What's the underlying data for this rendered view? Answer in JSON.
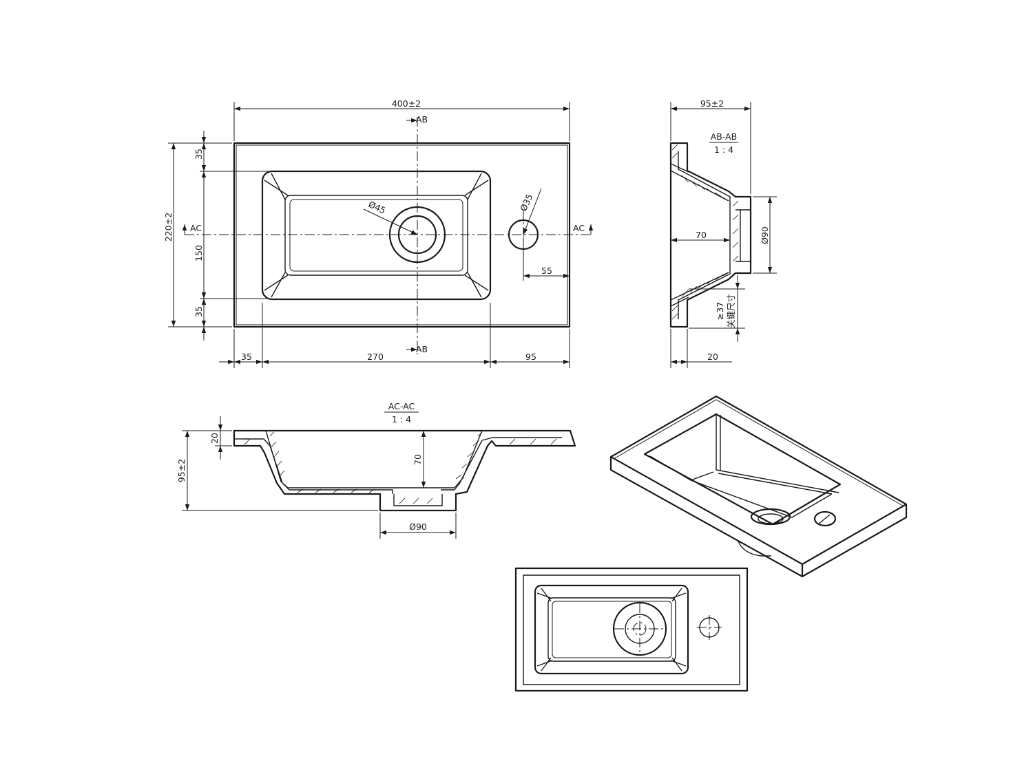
{
  "drawing": {
    "top_view": {
      "overall_width": "400±2",
      "overall_depth": "220±2",
      "front_margin": "35",
      "bowl_depth": "150",
      "back_margin": "35",
      "left_margin": "35",
      "bowl_width": "270",
      "right_margin": "95",
      "drain_diameter": "Ø45",
      "tap_hole_diameter": "Ø35",
      "tap_hole_offset": "55",
      "section_ab_mark_top": "AB",
      "section_ab_mark_bottom": "AB",
      "section_ac_mark_left": "AC",
      "section_ac_mark_right": "AC"
    },
    "section_ab": {
      "title": "AB-AB",
      "scale": "1 : 4",
      "overall_height": "95±2",
      "bowl_depth": "70",
      "drain_diameter": "Ø90",
      "key_dimension": "≥37",
      "key_dimension_note": "关键尺寸",
      "rim_thickness": "20"
    },
    "section_ac": {
      "title": "AC-AC",
      "scale": "1 : 4",
      "rim_thickness": "20",
      "overall_height": "95±2",
      "bowl_depth": "70",
      "drain_diameter": "Ø90"
    },
    "isometric_view": {},
    "plan_view": {}
  }
}
